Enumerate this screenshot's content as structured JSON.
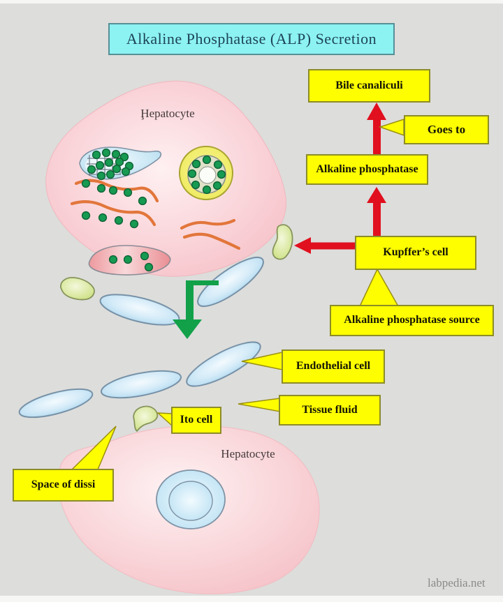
{
  "title": "Alkaline Phosphatase (ALP) Secretion",
  "labels": {
    "bile_canaliculi": "Bile canaliculi",
    "goes_to": "Goes to",
    "alkaline_phosphatase": "Alkaline phosphatase",
    "kupffers_cell": "Kupffer’s cell",
    "alk_source": "Alkaline phosphatase source",
    "endothelial_cell": "Endothelial cell",
    "tissue_fluid": "Tissue fluid",
    "ito_cell": "Ito cell",
    "space_of_dissi": "Space of dissi",
    "hepatocyte_top": "Ḩepatocyte",
    "hepatocyte_bottom": "Hepatocyte"
  },
  "watermark": "labpedia.net",
  "colors": {
    "background": "#DDDDDB",
    "label_fill": "#FEFE00",
    "label_border": "#8C8C28",
    "title_fill": "#8DF2F2",
    "title_border": "#568F96",
    "arrow_red": "#E1101E",
    "arrow_green": "#12A149",
    "hepatocyte_pink": "#F7C6CC",
    "cell_blue": "#BCE0F3",
    "cell_green": "#D5E78F",
    "granule_green": "#179A52",
    "reticulum_orange": "#E2763B"
  }
}
